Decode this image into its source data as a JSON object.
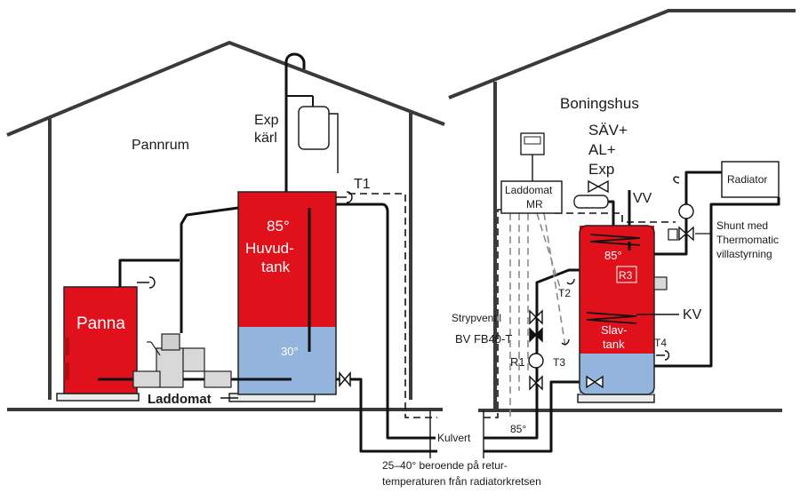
{
  "labels": {
    "pannrum": "Pannrum",
    "boningshus": "Boningshus",
    "exp_karl_line1": "Exp",
    "exp_karl_line2": "kärl",
    "t1": "T1",
    "huvudtank_temp_top": "85°",
    "huvudtank_line1": "Huvud-",
    "huvudtank_line2": "tank",
    "huvudtank_temp_bottom": "30°",
    "panna": "Panna",
    "laddomat": "Laddomat",
    "sav_line1": "SÄV+",
    "sav_line2": "AL+",
    "sav_line3": "Exp",
    "laddomat_mr_line1": "Laddomat",
    "laddomat_mr_line2": "MR",
    "vv": "VV",
    "radiator": "Radiator",
    "shunt_line1": "Shunt med",
    "shunt_line2": "Thermomatic",
    "shunt_line3": "villastyrning",
    "slavtank_temp_top": "85°",
    "r3": "R3",
    "t2": "T2",
    "kv": "KV",
    "strypventil": "Strypventil",
    "bv_fb40t": "BV FB40-T",
    "slavtank_line1": "Slav-",
    "slavtank_line2": "tank",
    "t4": "T4",
    "r1": "R1",
    "t3": "T3",
    "kulvert": "Kulvert",
    "kulvert_temp": "85°",
    "footnote_line1": "25–40° beroende på retur-",
    "footnote_line2": "temperaturen från radiatorkretsen"
  },
  "colors": {
    "hot_water": "#e0111b",
    "cold_water": "#93b4dc",
    "pipe": "#111111",
    "wall": "#3a3a3a"
  }
}
